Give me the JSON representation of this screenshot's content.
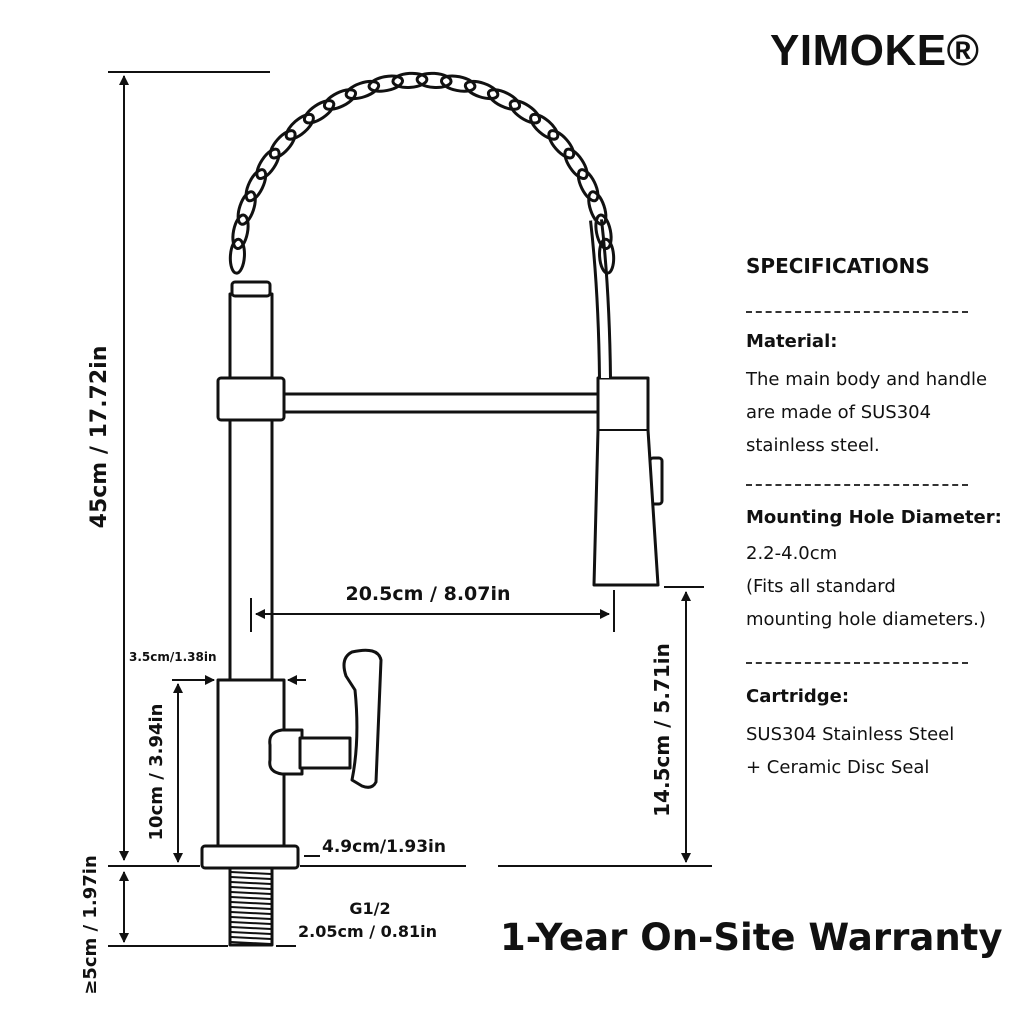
{
  "brand": "YIMOKE®",
  "specifications": {
    "title": "SPECIFICATIONS",
    "material": {
      "heading": "Material:",
      "lines": [
        "The main body and handle",
        "are made of SUS304",
        "stainless steel."
      ]
    },
    "mounting_hole": {
      "heading": "Mounting Hole Diameter:",
      "lines": [
        "2.2-4.0cm",
        "(Fits all standard",
        "mounting hole diameters.)"
      ]
    },
    "cartridge": {
      "heading": "Cartridge:",
      "lines": [
        "SUS304 Stainless Steel",
        "+ Ceramic Disc Seal"
      ]
    }
  },
  "dimensions": {
    "total_height": "45cm / 17.72in",
    "spout_reach": "20.5cm / 8.07in",
    "spout_height": "14.5cm / 5.71in",
    "body_diameter": "3.5cm/1.38in",
    "body_height": "10cm / 3.94in",
    "base_diameter": "4.9cm/1.93in",
    "shank_length": "≥5cm / 1.97in",
    "thread_type": "G1/2",
    "thread_diameter": "2.05cm / 0.81in"
  },
  "warranty": "1-Year On-Site Warranty"
}
